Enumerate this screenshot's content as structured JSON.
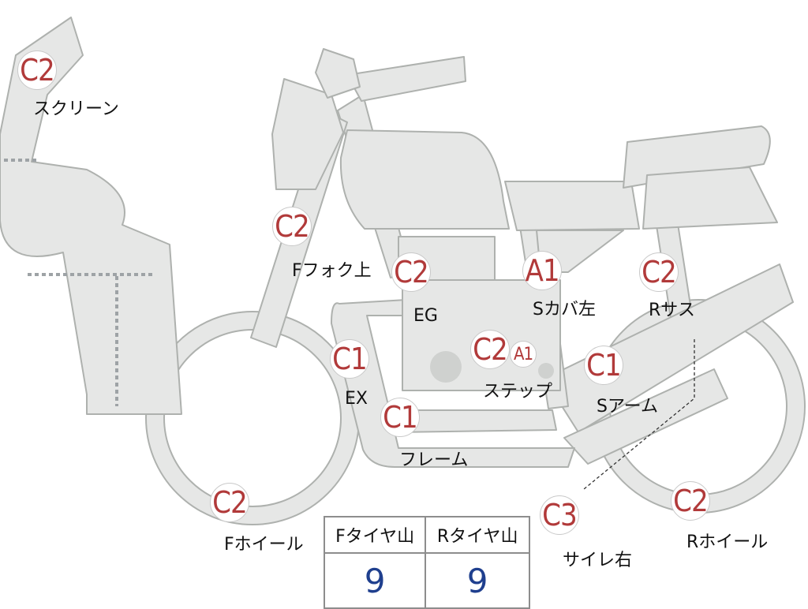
{
  "inspection_points": [
    {
      "id": "screen",
      "grade": "C2",
      "label": "スクリーン"
    },
    {
      "id": "ffork_upper",
      "grade": "C2",
      "label": "Fフォク上"
    },
    {
      "id": "engine",
      "grade": "C2",
      "label": "EG"
    },
    {
      "id": "side_cover_left",
      "grade": "A1",
      "label": "Sカバ左"
    },
    {
      "id": "rear_suspension",
      "grade": "C2",
      "label": "Rサス"
    },
    {
      "id": "exhaust",
      "grade": "C1",
      "label": "EX"
    },
    {
      "id": "step",
      "grade": "C2",
      "grade2": "A1",
      "label": "ステップ"
    },
    {
      "id": "swingarm",
      "grade": "C1",
      "label": "Sアーム"
    },
    {
      "id": "frame",
      "grade": "C1",
      "label": "フレーム"
    },
    {
      "id": "front_wheel",
      "grade": "C2",
      "label": "Fホイール"
    },
    {
      "id": "silencer_right",
      "grade": "C3",
      "label": "サイレ右"
    },
    {
      "id": "rear_wheel",
      "grade": "C2",
      "label": "Rホイール"
    }
  ],
  "tire_tread": {
    "headers": [
      "Fタイヤ山",
      "Rタイヤ山"
    ],
    "values": [
      "9",
      "9"
    ]
  },
  "colors": {
    "grade_text": "#b13a3a",
    "tread_value": "#1f3f8e",
    "part_fill": "#e6e7e6",
    "part_outline": "#aeb1ae"
  }
}
